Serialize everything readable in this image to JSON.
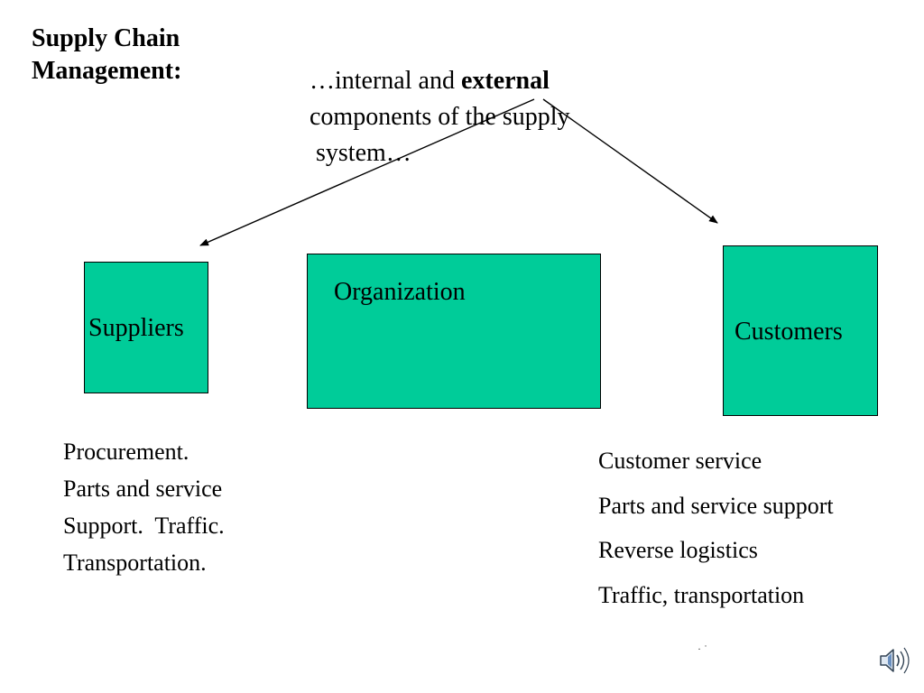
{
  "title": {
    "line1": "Supply Chain",
    "line2": "Management:"
  },
  "caption": {
    "part1": "…internal and ",
    "bold": "external",
    "line2": "components of the supply",
    "line3": " system…"
  },
  "boxes": {
    "suppliers": "Suppliers",
    "organization": "Organization",
    "customers": "Customers"
  },
  "supplier_activities": [
    "Procurement.",
    "Parts and service",
    "Support.  Traffic.",
    "Transportation."
  ],
  "customer_activities": [
    "Customer service",
    "Parts and service support",
    "Reverse logistics",
    "Traffic, transportation"
  ],
  "colors": {
    "box_fill": "#00cc99",
    "outline": "#000000",
    "background": "#ffffff"
  },
  "icons": {
    "sound": "speaker-icon"
  }
}
